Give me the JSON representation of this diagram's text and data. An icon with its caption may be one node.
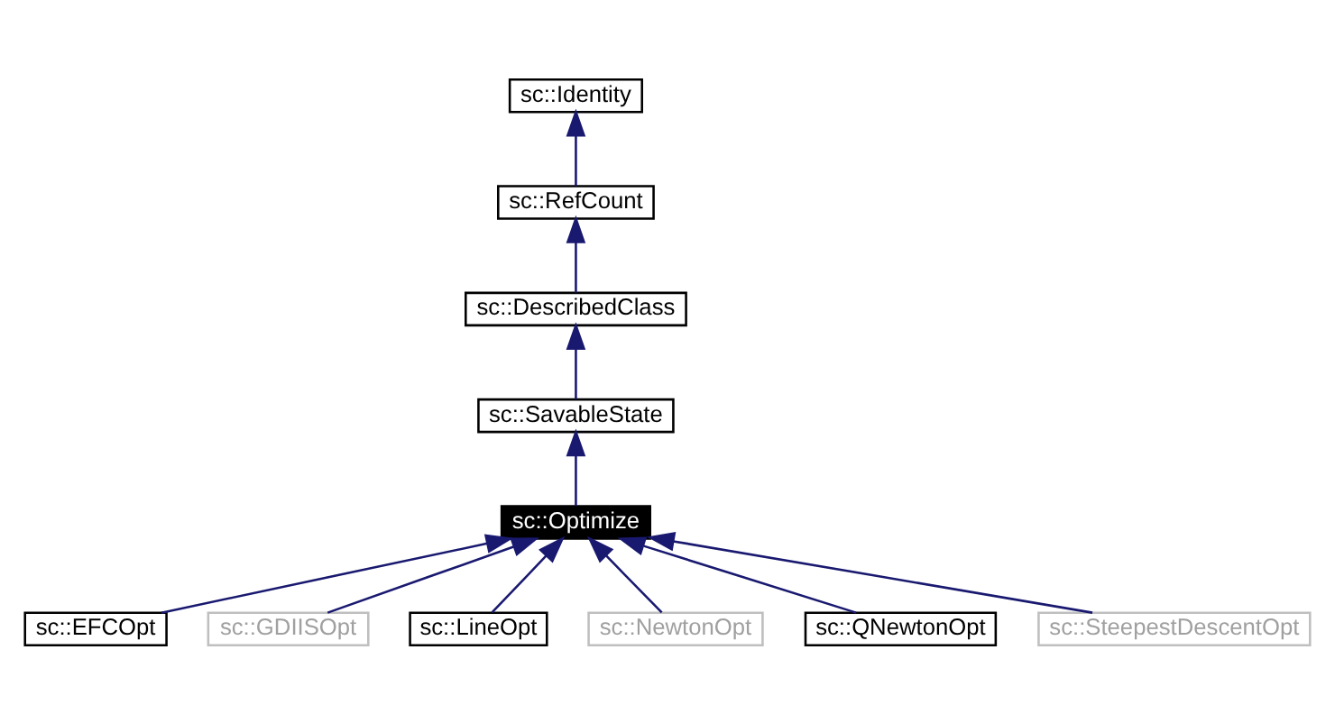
{
  "diagram": {
    "nodes": [
      {
        "text": [
          "sc::Identity"
        ]
      },
      {
        "text": [
          "sc::RefCount"
        ]
      },
      {
        "text": [
          "sc::DescribedClass"
        ]
      },
      {
        "text": [
          "sc::SavableState"
        ]
      },
      {
        "text": [
          "sc::Optimize"
        ]
      },
      {
        "text": [
          "sc::EFCOpt"
        ]
      },
      {
        "text": [
          "sc::GDIISOpt"
        ]
      },
      {
        "text": [
          "sc::LineOpt"
        ]
      },
      {
        "text": [
          "sc::NewtonOpt"
        ]
      },
      {
        "text": [
          "sc::QNewtonOpt"
        ]
      },
      {
        "text": [
          "sc::SteepestDescentOpt"
        ]
      }
    ],
    "edges": [
      {
        "from": 1,
        "to": 0,
        "arrow": "to"
      },
      {
        "from": 2,
        "to": 1,
        "arrow": "to"
      },
      {
        "from": 3,
        "to": 2,
        "arrow": "to"
      },
      {
        "from": 4,
        "to": 3,
        "arrow": "to"
      },
      {
        "from": 5,
        "to": 4,
        "arrow": "to"
      },
      {
        "from": 6,
        "to": 4,
        "arrow": "to"
      },
      {
        "from": 7,
        "to": 4,
        "arrow": "to"
      },
      {
        "from": 8,
        "to": 4,
        "arrow": "to"
      },
      {
        "from": 9,
        "to": 4,
        "arrow": "to"
      },
      {
        "from": 10,
        "to": 4,
        "arrow": "to"
      }
    ]
  }
}
